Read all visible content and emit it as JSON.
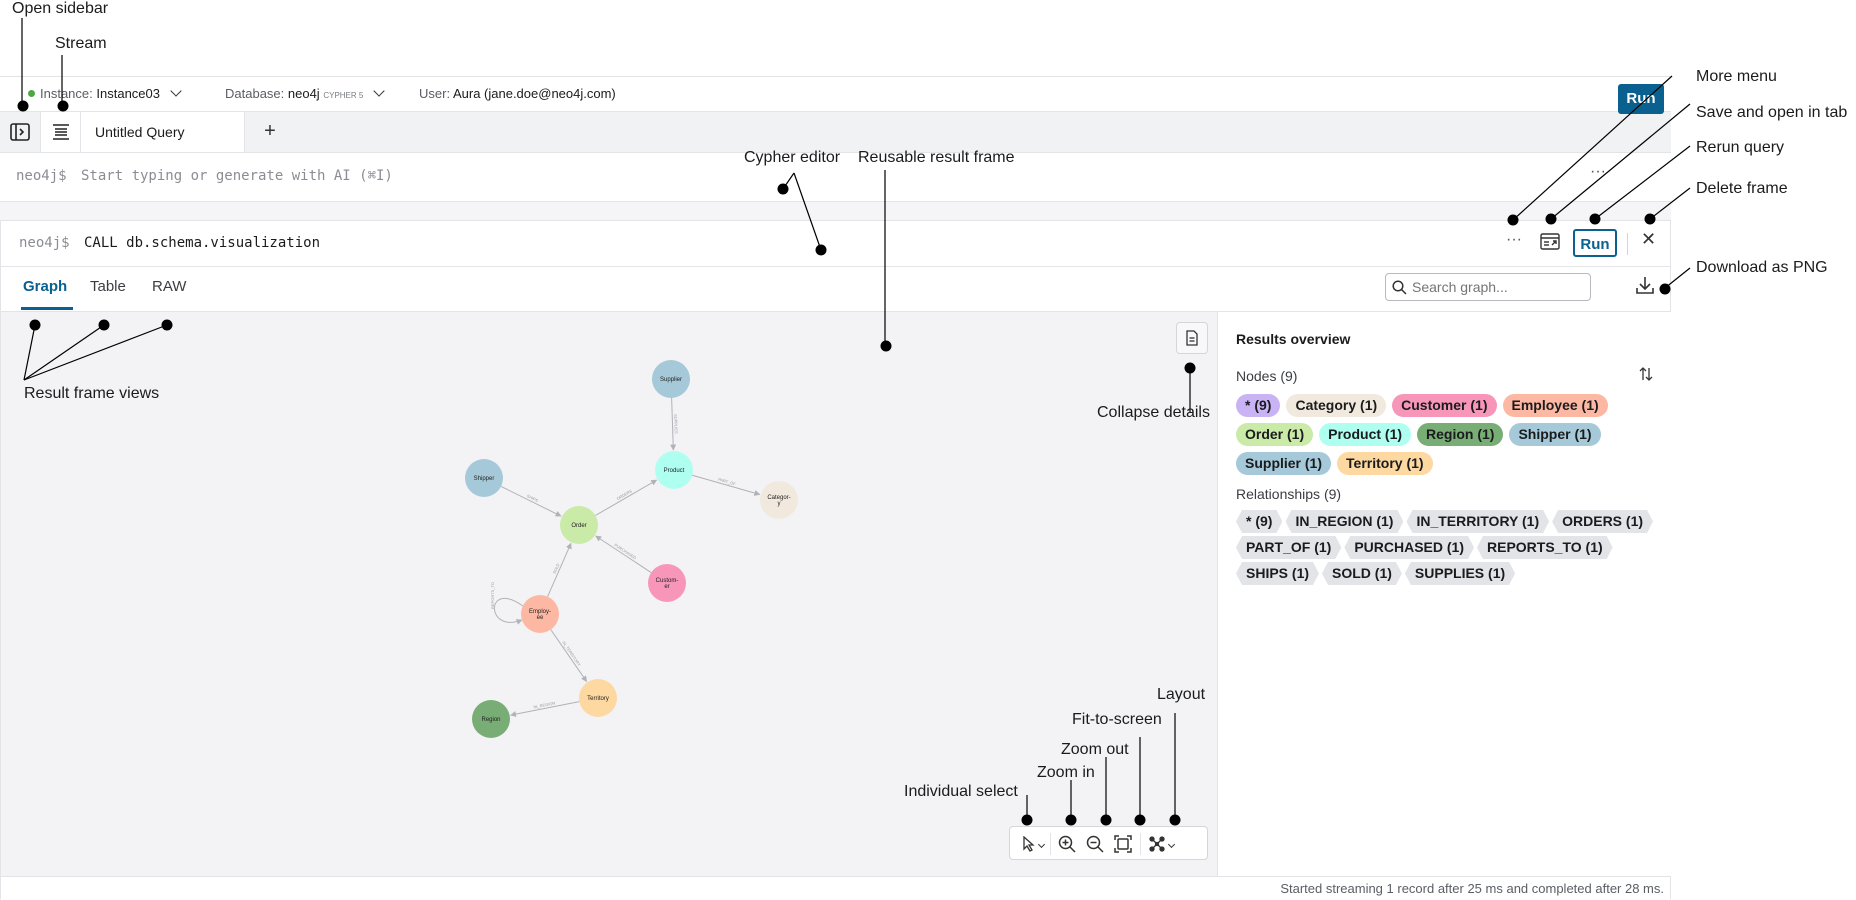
{
  "instance_bar": {
    "instance_label": "Instance:",
    "instance_value": "Instance03",
    "database_label": "Database:",
    "database_value": "neo4j",
    "database_tag": "CYPHER 5",
    "user_label": "User:",
    "user_value": "Aura (jane.doe@neo4j.com)"
  },
  "tabs": {
    "query_tab": "Untitled Query",
    "add": "+"
  },
  "editor": {
    "prompt": "neo4j$",
    "placeholder": "Start typing or generate with AI (⌘I)",
    "more": "···",
    "run": "Run"
  },
  "frame": {
    "prompt": "neo4j$",
    "query": "CALL db.schema.visualization",
    "more": "···",
    "run": "Run",
    "close": "✕",
    "views": [
      "Graph",
      "Table",
      "RAW"
    ],
    "search_placeholder": "Search graph...",
    "status": "Started streaming 1 record after 25 ms and completed after 28 ms."
  },
  "graph": {
    "nodes": [
      {
        "label": "Supplier",
        "color": "#a5c9d8"
      },
      {
        "label": "Product",
        "color": "#aefff0"
      },
      {
        "label": "Shipper",
        "color": "#a5c9d8"
      },
      {
        "label": "Categor-y",
        "color": "#f1e9de"
      },
      {
        "label": "Order",
        "color": "#caeaa8"
      },
      {
        "label": "Custom-er",
        "color": "#f796b8"
      },
      {
        "label": "Employ-ee",
        "color": "#fdb8a4"
      },
      {
        "label": "Territory",
        "color": "#fdd8a0"
      },
      {
        "label": "Region",
        "color": "#78ad75"
      }
    ],
    "edges": [
      {
        "from": "Supplier",
        "to": "Product",
        "label": "SUPPLIES"
      },
      {
        "from": "Product",
        "to": "Categor-y",
        "label": "PART_OF"
      },
      {
        "from": "Shipper",
        "to": "Order",
        "label": "SHIPS"
      },
      {
        "from": "Order",
        "to": "Product",
        "label": "ORDERS"
      },
      {
        "from": "Custom-er",
        "to": "Order",
        "label": "PURCHASED"
      },
      {
        "from": "Employ-ee",
        "to": "Order",
        "label": "SOLD"
      },
      {
        "from": "Employ-ee",
        "to": "Employ-ee",
        "label": "REPORTS_TO"
      },
      {
        "from": "Employ-ee",
        "to": "Territory",
        "label": "IN_TERRITORY"
      },
      {
        "from": "Territory",
        "to": "Region",
        "label": "IN_REGION"
      }
    ]
  },
  "details": {
    "title": "Results overview",
    "nodes_label": "Nodes (9)",
    "node_chips": [
      {
        "text": "* (9)",
        "color": "#c9b3f5"
      },
      {
        "text": "Category (1)",
        "color": "#f1e9de"
      },
      {
        "text": "Customer (1)",
        "color": "#f796b8"
      },
      {
        "text": "Employee (1)",
        "color": "#fdb8a4"
      },
      {
        "text": "Order (1)",
        "color": "#caeaa8"
      },
      {
        "text": "Product (1)",
        "color": "#aefff0"
      },
      {
        "text": "Region (1)",
        "color": "#78ad75"
      },
      {
        "text": "Shipper (1)",
        "color": "#a5c9d8"
      },
      {
        "text": "Supplier (1)",
        "color": "#a5c9d8"
      },
      {
        "text": "Territory (1)",
        "color": "#fdd8a0"
      }
    ],
    "relationships_label": "Relationships (9)",
    "rel_chips": [
      "* (9)",
      "IN_REGION (1)",
      "IN_TERRITORY (1)",
      "ORDERS (1)",
      "PART_OF (1)",
      "PURCHASED (1)",
      "REPORTS_TO (1)",
      "SHIPS (1)",
      "SOLD (1)",
      "SUPPLIES (1)"
    ]
  },
  "annotations": {
    "open_sidebar": "Open sidebar",
    "stream": "Stream",
    "more_menu": "More menu",
    "save_open_tab": "Save and open in tab",
    "rerun_query": "Rerun query",
    "delete_frame": "Delete frame",
    "download_png": "Download as PNG",
    "cypher_editor": "Cypher editor",
    "reusable_result_frame": "Reusable result frame",
    "result_frame_views": "Result frame views",
    "collapse_details": "Collapse details",
    "layout": "Layout",
    "fit_to_screen": "Fit-to-screen",
    "zoom_out": "Zoom out",
    "zoom_in": "Zoom in",
    "individual_select": "Individual select"
  }
}
